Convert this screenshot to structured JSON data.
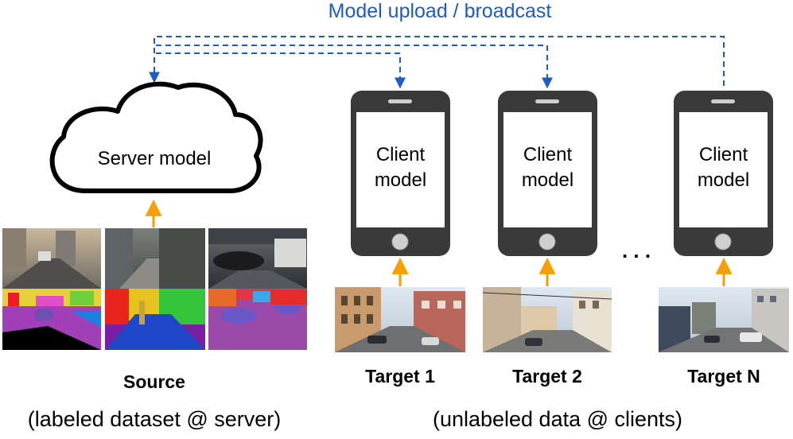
{
  "header": {
    "title": "Model upload / broadcast"
  },
  "server": {
    "label": "Server model"
  },
  "clients": [
    {
      "line1": "Client",
      "line2": "model",
      "target": "Target 1"
    },
    {
      "line1": "Client",
      "line2": "model",
      "target": "Target 2"
    },
    {
      "line1": "Client",
      "line2": "model",
      "target": "Target N"
    }
  ],
  "ellipsis": ". . .",
  "source": {
    "label": "Source",
    "caption": "(labeled dataset @ server)"
  },
  "targets": {
    "caption": "(unlabeled data @ clients)"
  },
  "colors": {
    "broadcast_blue": "#1f5bc4",
    "upload_arrow_orange": "#f5a000",
    "phone_body": "#3a3a3a"
  }
}
